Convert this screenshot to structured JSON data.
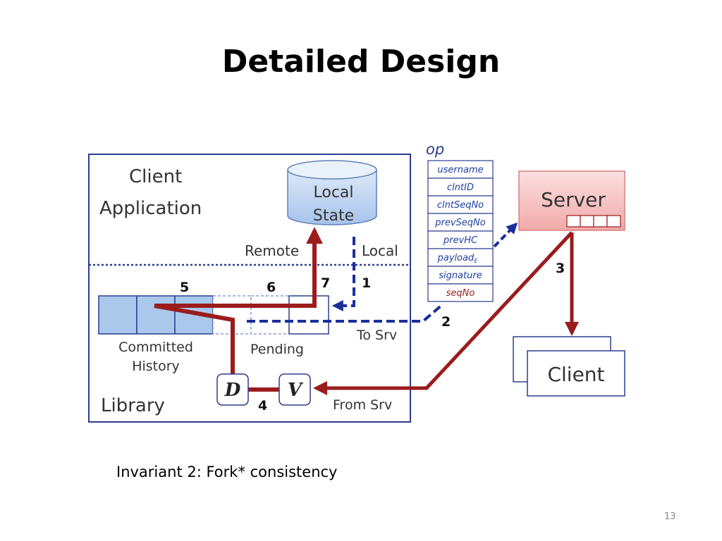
{
  "slide": {
    "title": "Detailed Design",
    "caption": "Invariant 2: Fork* consistency",
    "page_number": "13"
  },
  "diagram": {
    "client_application": [
      "Client",
      "Application"
    ],
    "local_state": [
      "Local",
      "State"
    ],
    "remote": "Remote",
    "local": "Local",
    "library": "Library",
    "committed_history": [
      "Committed",
      "History"
    ],
    "pending": "Pending",
    "to_srv": "To Srv",
    "from_srv": "From Srv",
    "server": "Server",
    "client": "Client",
    "op_title": "op",
    "op_fields": [
      "username",
      "clntID",
      "clntSeqNo",
      "prevSeqNo",
      "prevHC",
      "payload",
      "signature",
      "seqNo"
    ],
    "payload_subscript": "E",
    "d_box": "D",
    "v_box": "V",
    "steps": [
      "1",
      "2",
      "3",
      "4",
      "5",
      "6",
      "7"
    ]
  },
  "colors": {
    "dark_red": "#9b1c1c",
    "dashed_blue": "#1a2f9c",
    "frame_blue": "#2b3d8f",
    "server_fill": "#f6c2c2",
    "server_border": "#d98080",
    "cylinder_fill": "#bcd4f2",
    "committed_fill": "#a9c8ec"
  },
  "icons": {
    "local_state": "database-cylinder-icon"
  }
}
